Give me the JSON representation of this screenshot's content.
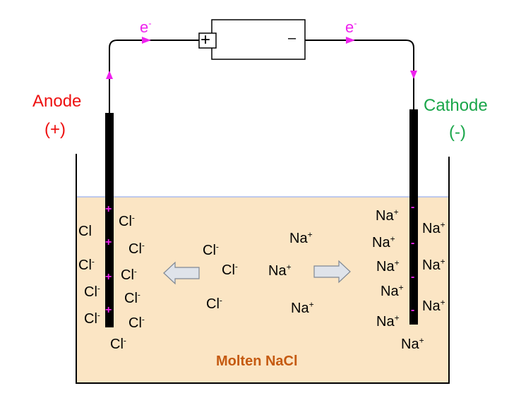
{
  "electron_left": "e",
  "electron_right": "e",
  "electron_sup": "-",
  "battery": {
    "plus": "+",
    "minus": "–"
  },
  "anode": {
    "name": "Anode",
    "sign": "(+)"
  },
  "cathode": {
    "name": "Cathode",
    "sign": "(-)"
  },
  "electrolyte_label": "Molten NaCl",
  "chloride": {
    "symbol": "Cl",
    "charge": "-"
  },
  "sodium": {
    "symbol": "Na",
    "charge": "+"
  },
  "electrode_plus": "+",
  "electrode_minus": "-",
  "colors": {
    "anode": "#ee1111",
    "cathode": "#1aa64a",
    "electron": "#ee22ee",
    "melt": "#fbe5c4",
    "melt_label": "#c55a11",
    "arrow_fill": "#dfe3ea"
  }
}
